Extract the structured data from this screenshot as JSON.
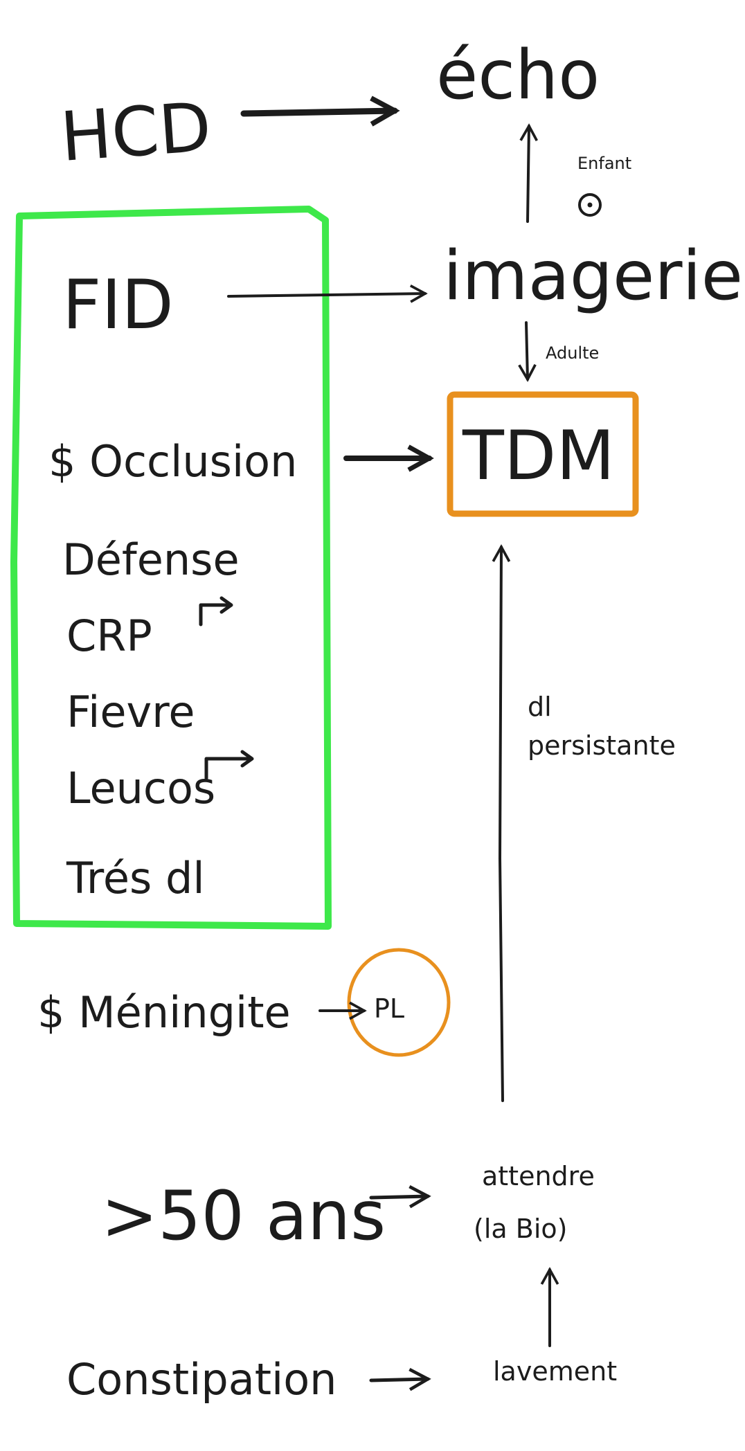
{
  "colors": {
    "ink": "#1c1c1c",
    "green_box": "#3ee84a",
    "orange_box": "#e8901e",
    "background": "#ffffff"
  },
  "nodes": {
    "hcd": "HCD",
    "echo": "écho",
    "enfant": "Enfant",
    "imagerie": "imagerie",
    "adulte": "Adulte",
    "tdm": "TDM",
    "fid": "FID",
    "occlusion": "$ Occlusion",
    "defense": "Défense",
    "crp": "CRP",
    "fievre": "Fievre",
    "leucos": "Leucos",
    "tres_dl": "Trés dl",
    "meningite": "$ Méningite",
    "pl": "PL",
    "dl_persistante_1": "dl",
    "dl_persistante_2": "persistante",
    "age": ">50 ans",
    "attendre_1": "attendre",
    "attendre_2": "(la Bio)",
    "constipation": "Constipation",
    "lavement": "lavement"
  },
  "icons": {
    "enfant_symbol": "circle-dot-icon",
    "crp_up": "arrow-up-right-icon",
    "leucos_up": "arrow-up-right-icon"
  }
}
